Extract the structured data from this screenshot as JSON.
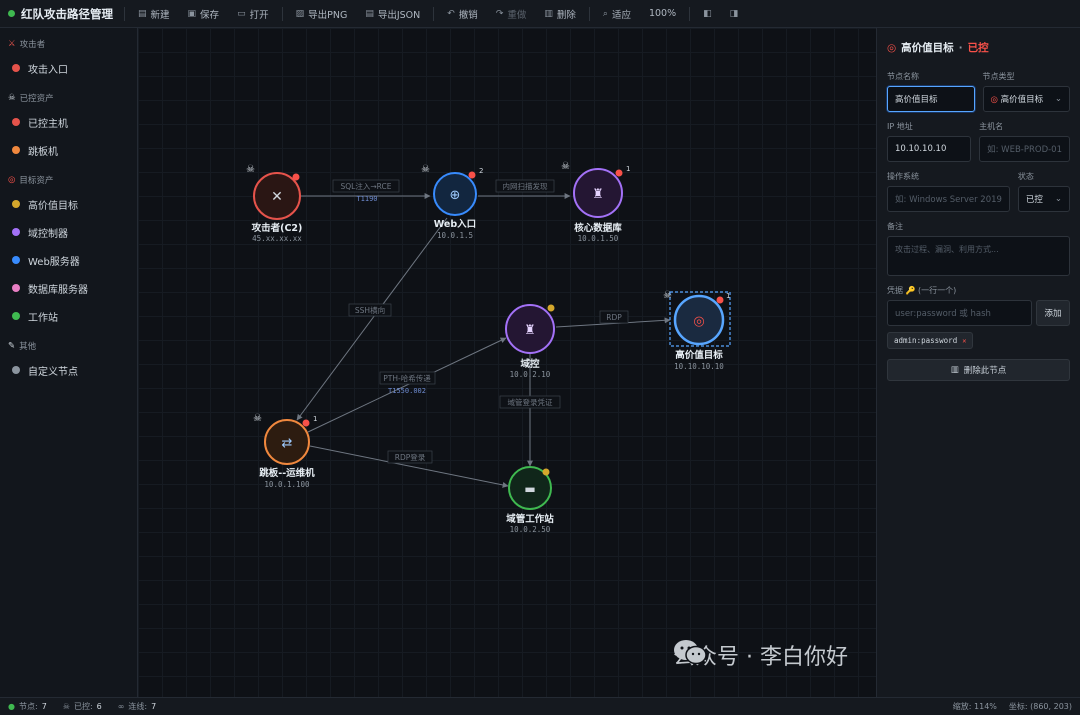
{
  "app": {
    "title": "红队攻击路径管理"
  },
  "toolbar": {
    "new": "新建",
    "save": "保存",
    "open": "打开",
    "export_png": "导出PNG",
    "export_json": "导出JSON",
    "undo": "撤销",
    "redo": "重做",
    "delete": "删除",
    "fit": "适应",
    "zoom": "100%"
  },
  "sidebar": {
    "groups": [
      {
        "label": "攻击者",
        "items": [
          {
            "label": "攻击入口",
            "color": "#e5534b"
          }
        ]
      },
      {
        "label": "已控资产",
        "items": [
          {
            "label": "已控主机",
            "color": "#e5534b"
          },
          {
            "label": "跳板机",
            "color": "#f0883e"
          }
        ]
      },
      {
        "label": "目标资产",
        "items": [
          {
            "label": "高价值目标",
            "color": "#d4a72c"
          },
          {
            "label": "域控制器",
            "color": "#a371f7"
          },
          {
            "label": "Web服务器",
            "color": "#388bfd"
          },
          {
            "label": "数据库服务器",
            "color": "#e87fc4"
          },
          {
            "label": "工作站",
            "color": "#3fb950"
          }
        ]
      },
      {
        "label": "其他",
        "items": [
          {
            "label": "自定义节点",
            "color": "#8b949e"
          }
        ]
      }
    ]
  },
  "graph": {
    "nodes": [
      {
        "label": "攻击者(C2)",
        "ip": "45.xx.xx.xx"
      },
      {
        "label": "Web入口",
        "ip": "10.0.1.5",
        "badge": "2"
      },
      {
        "label": "核心数据库",
        "ip": "10.0.1.50",
        "badge": "1"
      },
      {
        "label": "域控",
        "ip": "10.0.2.10"
      },
      {
        "label": "高价值目标",
        "ip": "10.10.10.10",
        "badge": "1"
      },
      {
        "label": "跳板--运维机",
        "ip": "10.0.1.100",
        "badge": "1"
      },
      {
        "label": "域管工作站",
        "ip": "10.0.2.50"
      }
    ],
    "edges": [
      {
        "label": "SQL注入→RCE",
        "tech": "T1190"
      },
      {
        "label": "内网扫描发现"
      },
      {
        "label": "SSH横向"
      },
      {
        "label": "PTH-哈希传递",
        "tech": "T1550.002"
      },
      {
        "label": "RDP"
      },
      {
        "label": "域管登录凭证"
      },
      {
        "label": "RDP登录"
      }
    ]
  },
  "panel": {
    "title": "高价值目标",
    "status_badge": "已控",
    "name_label": "节点名称",
    "name_value": "高价值目标",
    "type_label": "节点类型",
    "type_value": "高价值目标",
    "ip_label": "IP 地址",
    "ip_value": "10.10.10.10",
    "host_label": "主机名",
    "host_placeholder": "如: WEB-PROD-01",
    "os_label": "操作系统",
    "os_placeholder": "如: Windows Server 2019",
    "status_label": "状态",
    "status_value": "已控",
    "notes_label": "备注",
    "notes_placeholder": "攻击过程、漏洞、利用方式...",
    "cred_label": "凭据 🔑 (一行一个)",
    "cred_placeholder": "user:password 或 hash",
    "add_label": "添加",
    "cred_tag": "admin:password",
    "delete_node": "删除此节点"
  },
  "status": {
    "nodes_label": "节点:",
    "nodes": "7",
    "owned_label": "已控:",
    "owned": "6",
    "edges_label": "连线:",
    "edges": "7",
    "zoom": "缩放: 114%",
    "coords": "坐标: (860, 203)"
  },
  "watermark": {
    "text": "公众号 · 李白你好"
  }
}
